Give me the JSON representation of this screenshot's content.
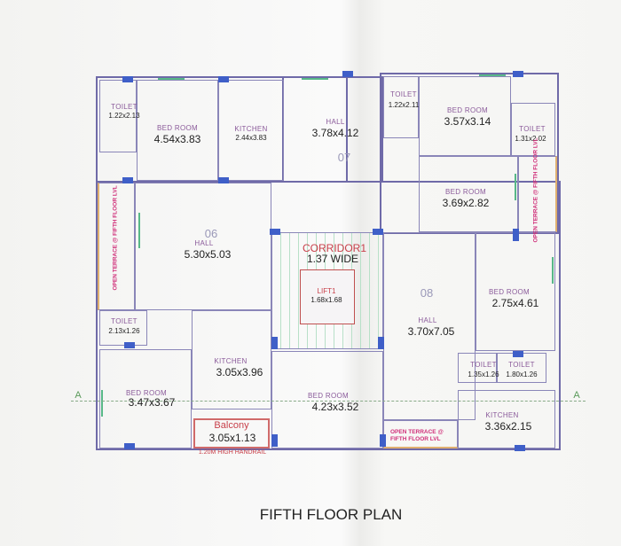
{
  "title": "FIFTH FLOOR PLAN",
  "section_marker": "A",
  "colors": {
    "walls": "#6f6aa8",
    "columns": "#3f5fc8",
    "terrace_text": "#d0307a",
    "corridor_text": "#c8404a",
    "doors_windows": "#3aa86a"
  },
  "rooms": {
    "toilet_1": {
      "name": "TOILET",
      "size": "1.22x2.13"
    },
    "bedroom_1": {
      "name": "BED ROOM",
      "size": "4.54x3.83"
    },
    "kitchen_1": {
      "name": "KITCHEN",
      "size": "2.44x3.83"
    },
    "hall_07": {
      "name": "HALL",
      "size": "3.78x4.12",
      "unit": "07"
    },
    "toilet_2": {
      "name": "TOILET",
      "size": "1.22x2.11"
    },
    "bedroom_2": {
      "name": "BED ROOM",
      "size": "3.57x3.14"
    },
    "toilet_3": {
      "name": "TOILET",
      "size": "1.31x2.02"
    },
    "bedroom_3": {
      "name": "BED ROOM",
      "size": "3.69x2.82"
    },
    "terrace_right": {
      "name": "OPEN TERRACE @ FIFTH FLOOR LVL"
    },
    "terrace_left": {
      "name": "OPEN TERRACE @ FIFTH FLOOR LVL"
    },
    "hall_06": {
      "name": "HALL",
      "size": "5.30x5.03",
      "unit": "06"
    },
    "corridor": {
      "name": "CORRIDOR1",
      "size": "1.37 WIDE"
    },
    "lift": {
      "name": "LIFT1",
      "size": "1.68x1.68"
    },
    "hall_08": {
      "name": "HALL",
      "size": "3.70x7.05",
      "unit": "08"
    },
    "bedroom_4": {
      "name": "BED ROOM",
      "size": "2.75x4.61"
    },
    "toilet_4": {
      "name": "TOILET",
      "size": "1.35x1.26"
    },
    "toilet_5": {
      "name": "TOILET",
      "size": "1.80x1.26"
    },
    "kitchen_4": {
      "name": "KITCHEN",
      "size": "3.36x2.15"
    },
    "terrace_bottom": {
      "name": "OPEN TERRACE @ FIFTH FLOOR LVL"
    },
    "toilet_6": {
      "name": "TOILET",
      "size": "2.13x1.26"
    },
    "bedroom_5": {
      "name": "BED ROOM",
      "size": "3.47x3.67"
    },
    "kitchen_2": {
      "name": "KITCHEN",
      "size": "3.05x3.96"
    },
    "balcony": {
      "name": "Balcony",
      "size": "3.05x1.13",
      "note": "1.20M HIGH HANDRAIL"
    },
    "bedroom_6": {
      "name": "BED ROOM",
      "size": "4.23x3.52"
    }
  }
}
